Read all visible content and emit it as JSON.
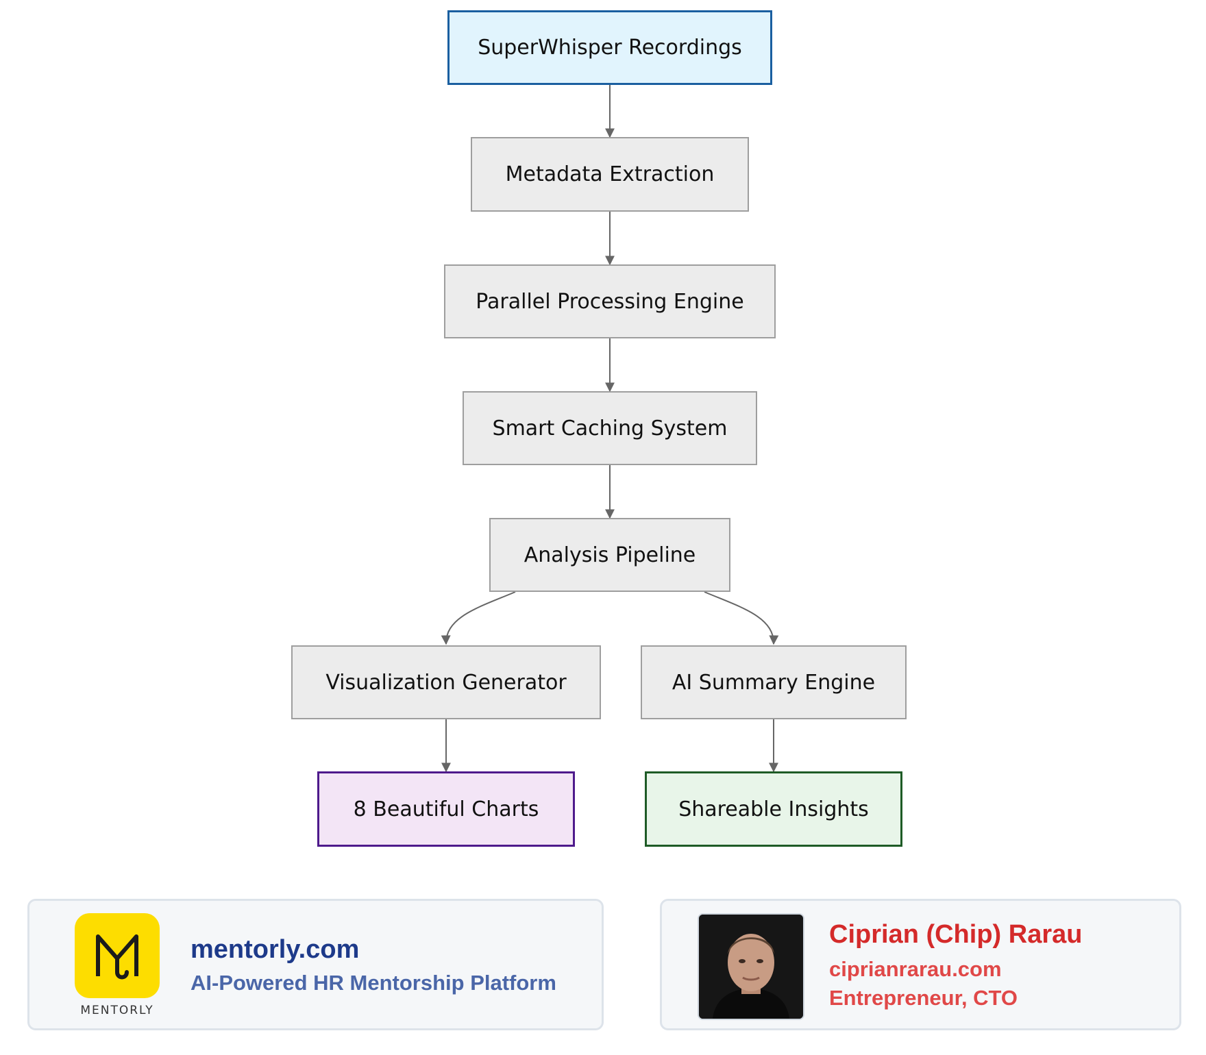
{
  "diagram": {
    "nodes": {
      "recordings": "SuperWhisper Recordings",
      "metadata": "Metadata Extraction",
      "parallel": "Parallel Processing Engine",
      "caching": "Smart Caching System",
      "analysis": "Analysis Pipeline",
      "visualization": "Visualization Generator",
      "ai_summary": "AI Summary Engine",
      "charts": "8 Beautiful Charts",
      "insights": "Shareable Insights"
    },
    "edges": [
      [
        "recordings",
        "metadata"
      ],
      [
        "metadata",
        "parallel"
      ],
      [
        "parallel",
        "caching"
      ],
      [
        "caching",
        "analysis"
      ],
      [
        "analysis",
        "visualization"
      ],
      [
        "analysis",
        "ai_summary"
      ],
      [
        "visualization",
        "charts"
      ],
      [
        "ai_summary",
        "insights"
      ]
    ]
  },
  "colors": {
    "start_fill": "#e1f4fd",
    "start_border": "#1a5fa0",
    "process_fill": "#ececec",
    "process_border": "#9e9e9e",
    "charts_fill": "#f3e5f6",
    "charts_border": "#4e1a8c",
    "insights_fill": "#e8f5e9",
    "insights_border": "#1e5b26",
    "edge": "#666666"
  },
  "footer": {
    "mentorly": {
      "logo_text": "MENTORLY",
      "site": "mentorly.com",
      "tagline": "AI-Powered HR Mentorship Platform"
    },
    "author": {
      "name": "Ciprian (Chip) Rarau",
      "site": "ciprianrarau.com",
      "role": "Entrepreneur, CTO"
    }
  }
}
